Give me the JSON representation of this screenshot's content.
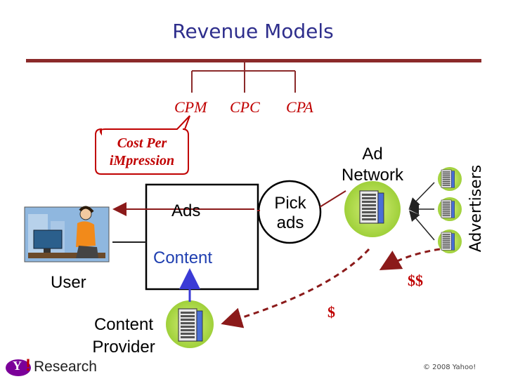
{
  "title": "Revenue Models",
  "models": [
    "CPM",
    "CPC",
    "CPA"
  ],
  "callout": {
    "line1": "Cost Per",
    "line2": "iMpression"
  },
  "nodes": {
    "ads": "Ads",
    "pick_ads": {
      "line1": "Pick",
      "line2": "ads"
    },
    "ad_network": {
      "line1": "Ad",
      "line2": "Network"
    },
    "advertisers": "Advertisers",
    "content": "Content",
    "user": "User",
    "content_provider": {
      "line1": "Content",
      "line2": "Provider"
    }
  },
  "payments": {
    "double": "$$",
    "single": "$"
  },
  "footer": {
    "logo_y": "Y",
    "logo_bang": "!",
    "logo_text": "Research",
    "copyright": "© 2008 Yahoo!"
  },
  "colors": {
    "title": "#2e2e8c",
    "red": "#c00000",
    "blue_text": "#1f3fb0",
    "dark_red_arrow": "#8b1a1a",
    "blue_arrow": "#3b3bd6",
    "bar": "#8b2a2a",
    "server_glow": "#b8e05a"
  }
}
